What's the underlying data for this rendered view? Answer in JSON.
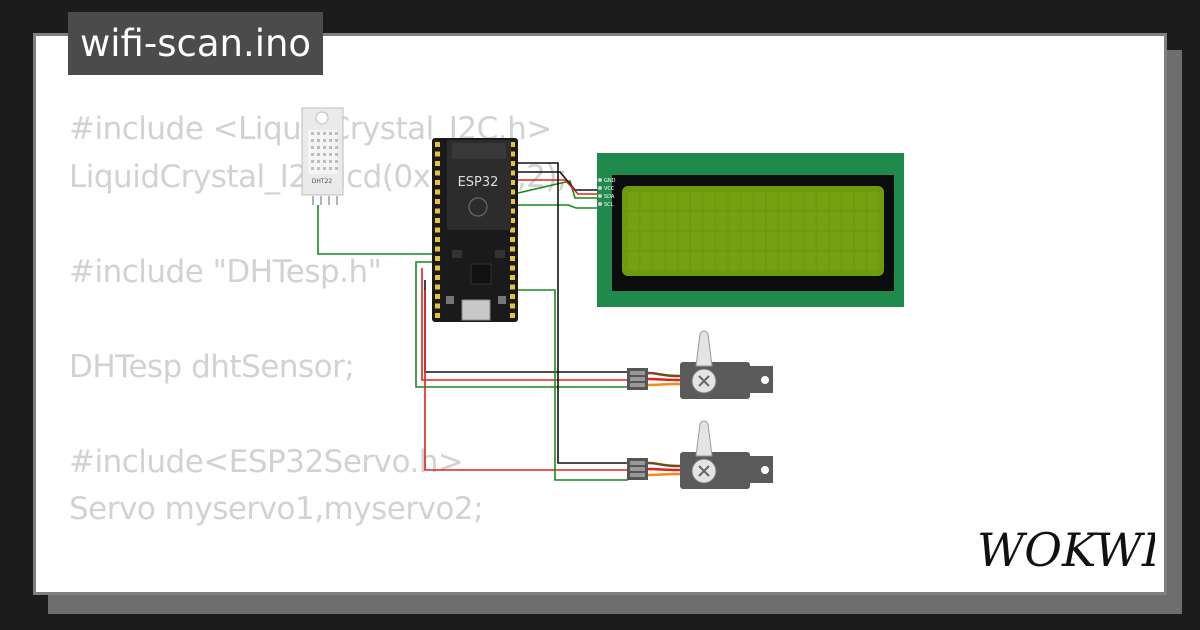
{
  "file_tab": {
    "label": "wifi-scan.ino"
  },
  "code_lines": [
    "#include <LiquidCrystal_I2C.h>",
    "LiquidCrystal_I2C lcd(0x27,16,2);",
    "",
    "#include \"DHTesp.h\"",
    "",
    "DHTesp dhtSensor;",
    "",
    "#include<ESP32Servo.h>",
    "Servo myservo1,myservo2;"
  ],
  "components": {
    "sensor_label": "DHT22",
    "board_label": "ESP32",
    "lcd_pins": [
      "GND",
      "VCC",
      "SDA",
      "SCL"
    ]
  },
  "brand": {
    "logo_text": "WOKWI"
  },
  "colors": {
    "background": "#1c1c1c",
    "card": "#ffffff",
    "code_text": "#d2d2d2",
    "tag_bg": "#4b4b4b",
    "wire_green": "#1a8a1a",
    "wire_red": "#e0231c",
    "wire_black": "#111111",
    "lcd_pcb": "#1f8a4c",
    "lcd_screen": "#6e9a0e"
  }
}
